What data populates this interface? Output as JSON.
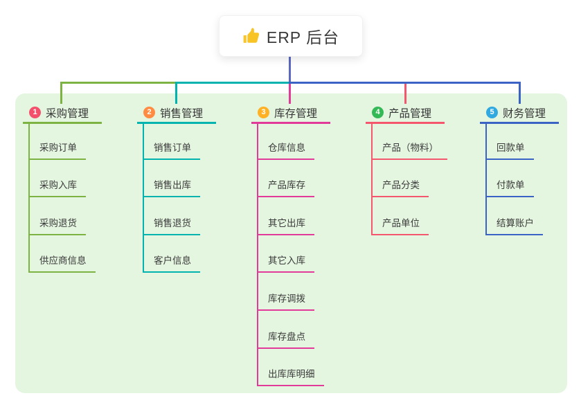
{
  "root": {
    "label": "ERP 后台",
    "icon": "thumbs-up-icon"
  },
  "branches": [
    {
      "num": "1",
      "label": "采购管理",
      "badge_color": "#f3506c",
      "line_color": "#7cb342",
      "children": [
        "采购订单",
        "采购入库",
        "采购退货",
        "供应商信息"
      ]
    },
    {
      "num": "2",
      "label": "销售管理",
      "badge_color": "#ff8c42",
      "line_color": "#00b3ae",
      "children": [
        "销售订单",
        "销售出库",
        "销售退货",
        "客户信息"
      ]
    },
    {
      "num": "3",
      "label": "库存管理",
      "badge_color": "#ffb125",
      "line_color": "#e23a98",
      "children": [
        "仓库信息",
        "产品库存",
        "其它出库",
        "其它入库",
        "库存调拨",
        "库存盘点",
        "出库库明细"
      ]
    },
    {
      "num": "4",
      "label": "产品管理",
      "badge_color": "#35b957",
      "line_color": "#f4566d",
      "children": [
        "产品（物料）",
        "产品分类",
        "产品单位"
      ]
    },
    {
      "num": "5",
      "label": "财务管理",
      "badge_color": "#30a8e0",
      "line_color": "#3b63c6",
      "children": [
        "回款单",
        "付款单",
        "结算账户"
      ]
    }
  ],
  "colors": {
    "stem": "#5b68c3",
    "panel_bg": "#e4f5e0",
    "page_bg": "#ffffff",
    "text": "#3b3b3b"
  }
}
